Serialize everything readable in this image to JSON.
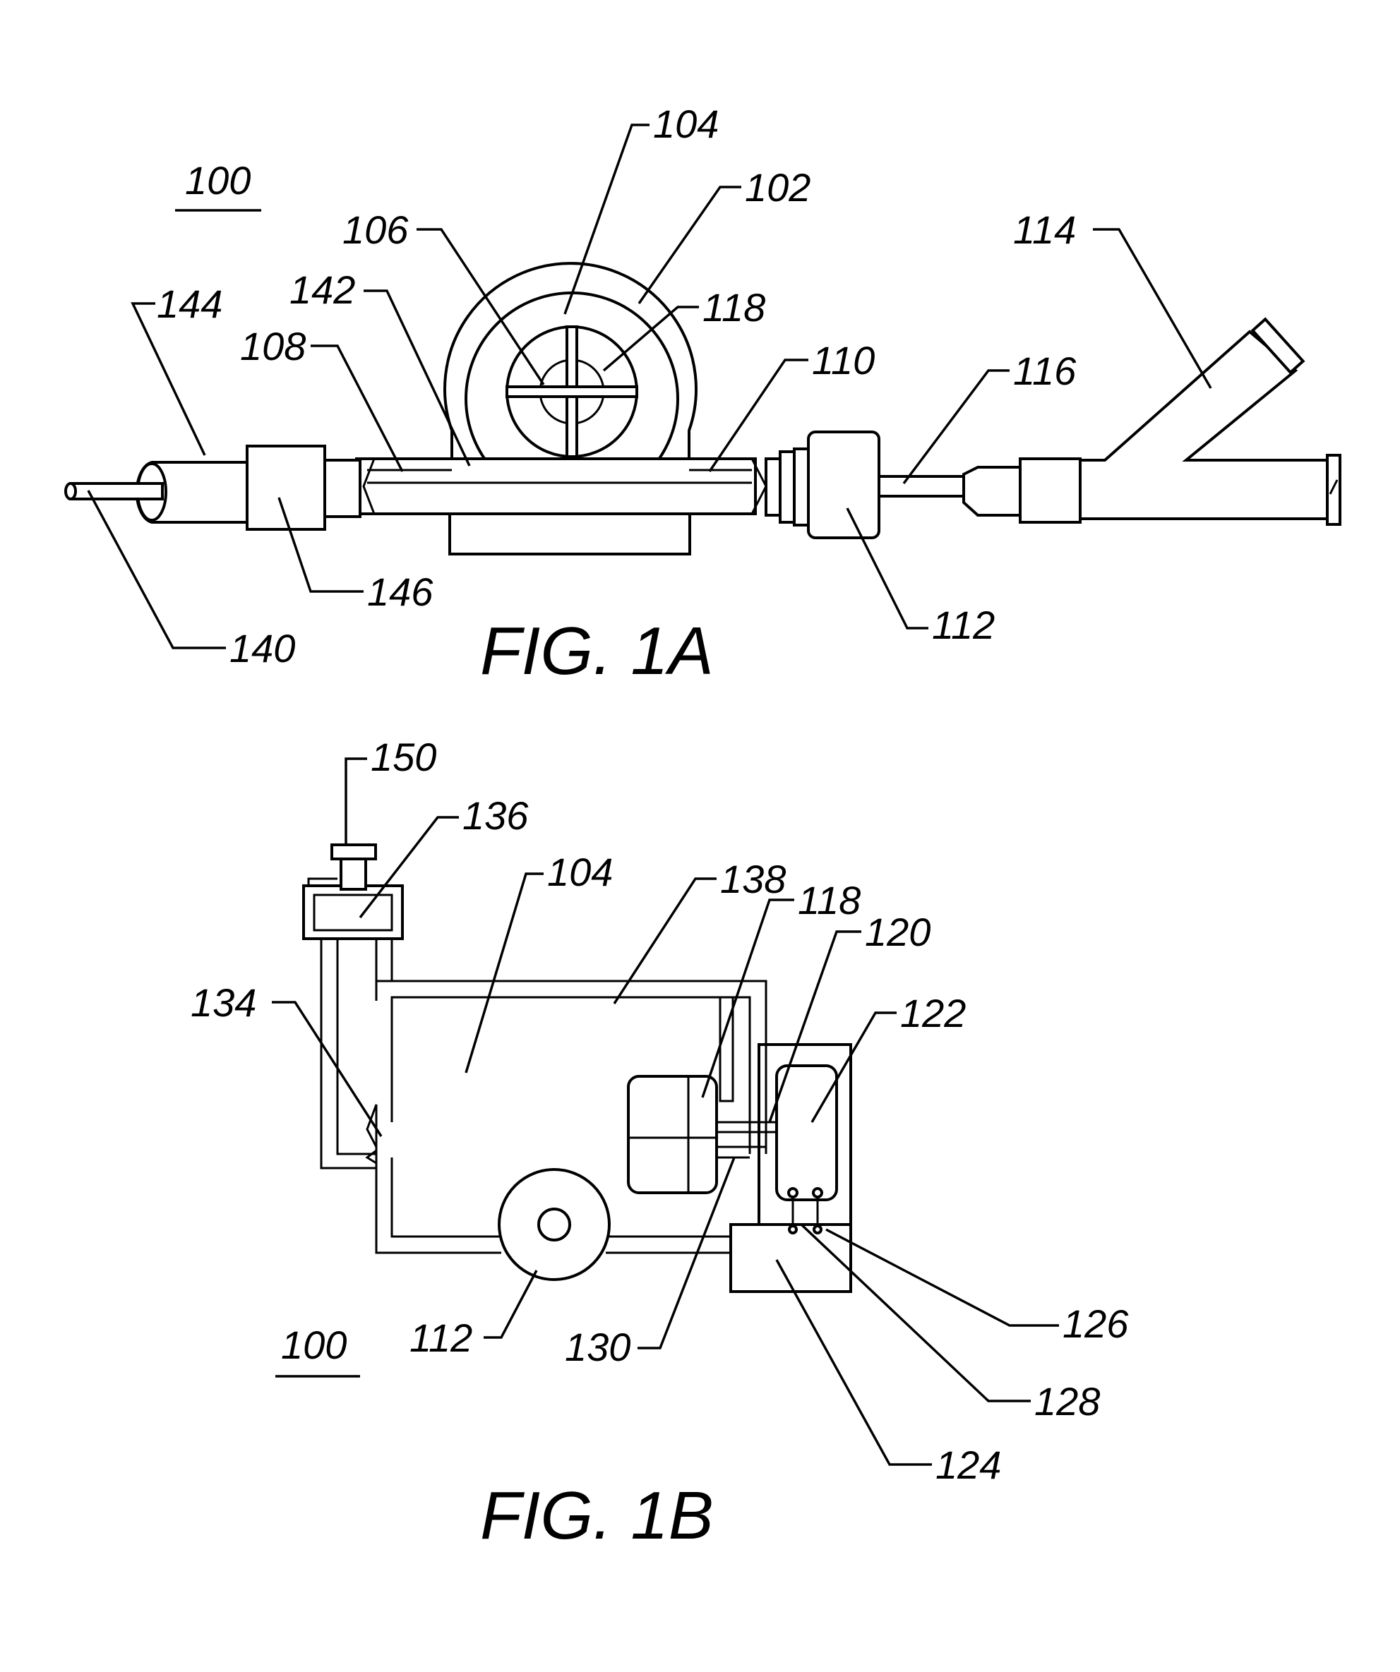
{
  "figures": [
    {
      "caption": "FIG. 1A",
      "refs": [
        "100",
        "104",
        "102",
        "106",
        "118",
        "114",
        "144",
        "142",
        "108",
        "110",
        "116",
        "146",
        "140",
        "112"
      ]
    },
    {
      "caption": "FIG. 1B",
      "refs": [
        "150",
        "136",
        "104",
        "138",
        "118",
        "120",
        "134",
        "122",
        "112",
        "130",
        "100",
        "126",
        "128",
        "124"
      ]
    }
  ],
  "colors": {
    "ink": "#000000",
    "paper": "#ffffff"
  }
}
